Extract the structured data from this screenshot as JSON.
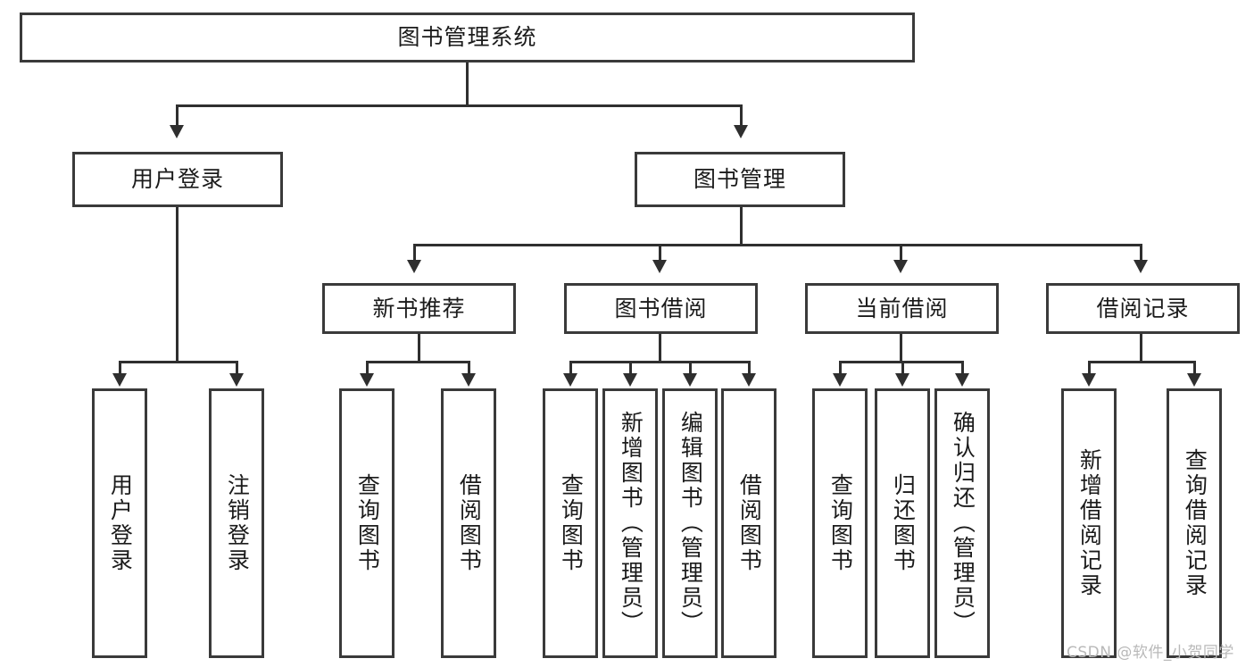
{
  "diagram": {
    "title": "图书管理系统",
    "root": {
      "label": "图书管理系统"
    },
    "level2": [
      {
        "label": "用户登录"
      },
      {
        "label": "图书管理"
      }
    ],
    "level3": [
      {
        "label": "新书推荐"
      },
      {
        "label": "图书借阅"
      },
      {
        "label": "当前借阅"
      },
      {
        "label": "借阅记录"
      }
    ],
    "leaves": {
      "user_login": [
        {
          "label": "用户登录"
        },
        {
          "label": "注销登录"
        }
      ],
      "new_book_recommend": [
        {
          "label": "查询图书"
        },
        {
          "label": "借阅图书"
        }
      ],
      "book_borrow": [
        {
          "label": "查询图书"
        },
        {
          "label": "新增图书（管理员）"
        },
        {
          "label": "编辑图书（管理员）"
        },
        {
          "label": "借阅图书"
        }
      ],
      "current_borrow": [
        {
          "label": "查询图书"
        },
        {
          "label": "归还图书"
        },
        {
          "label": "确认归还（管理员）"
        }
      ],
      "borrow_record": [
        {
          "label": "新增借阅记录"
        },
        {
          "label": "查询借阅记录"
        }
      ]
    }
  },
  "watermark": {
    "text": "CSDN @软件_小贺同学"
  },
  "colors": {
    "box_border": "#3a3a3a",
    "line": "#2f2f2f",
    "text": "#1b1b1b",
    "background": "#ffffff",
    "watermark": "#b9b9b9"
  }
}
